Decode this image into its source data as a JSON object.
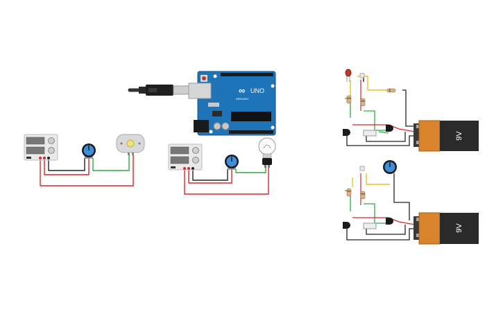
{
  "workspace": {
    "background": "#ffffff",
    "wire_colors": {
      "red": "#d8262b",
      "black": "#222222",
      "green": "#2eaa3c",
      "yellow": "#e8c21c"
    }
  },
  "arduino": {
    "brand_mark": "∞",
    "model": "UNO",
    "subtitle": "ARDUINO",
    "board_color": "#1f73b7"
  },
  "batteries": [
    {
      "label": "9V"
    },
    {
      "label": "9V"
    }
  ],
  "icons": {
    "power_supply": "power-supply-icon",
    "potentiometer": "potentiometer-icon",
    "motor": "dc-motor-icon",
    "bulb": "light-bulb-icon",
    "led": "red-led-icon",
    "transistor": "transistor-icon",
    "usb": "usb-cable-icon"
  }
}
